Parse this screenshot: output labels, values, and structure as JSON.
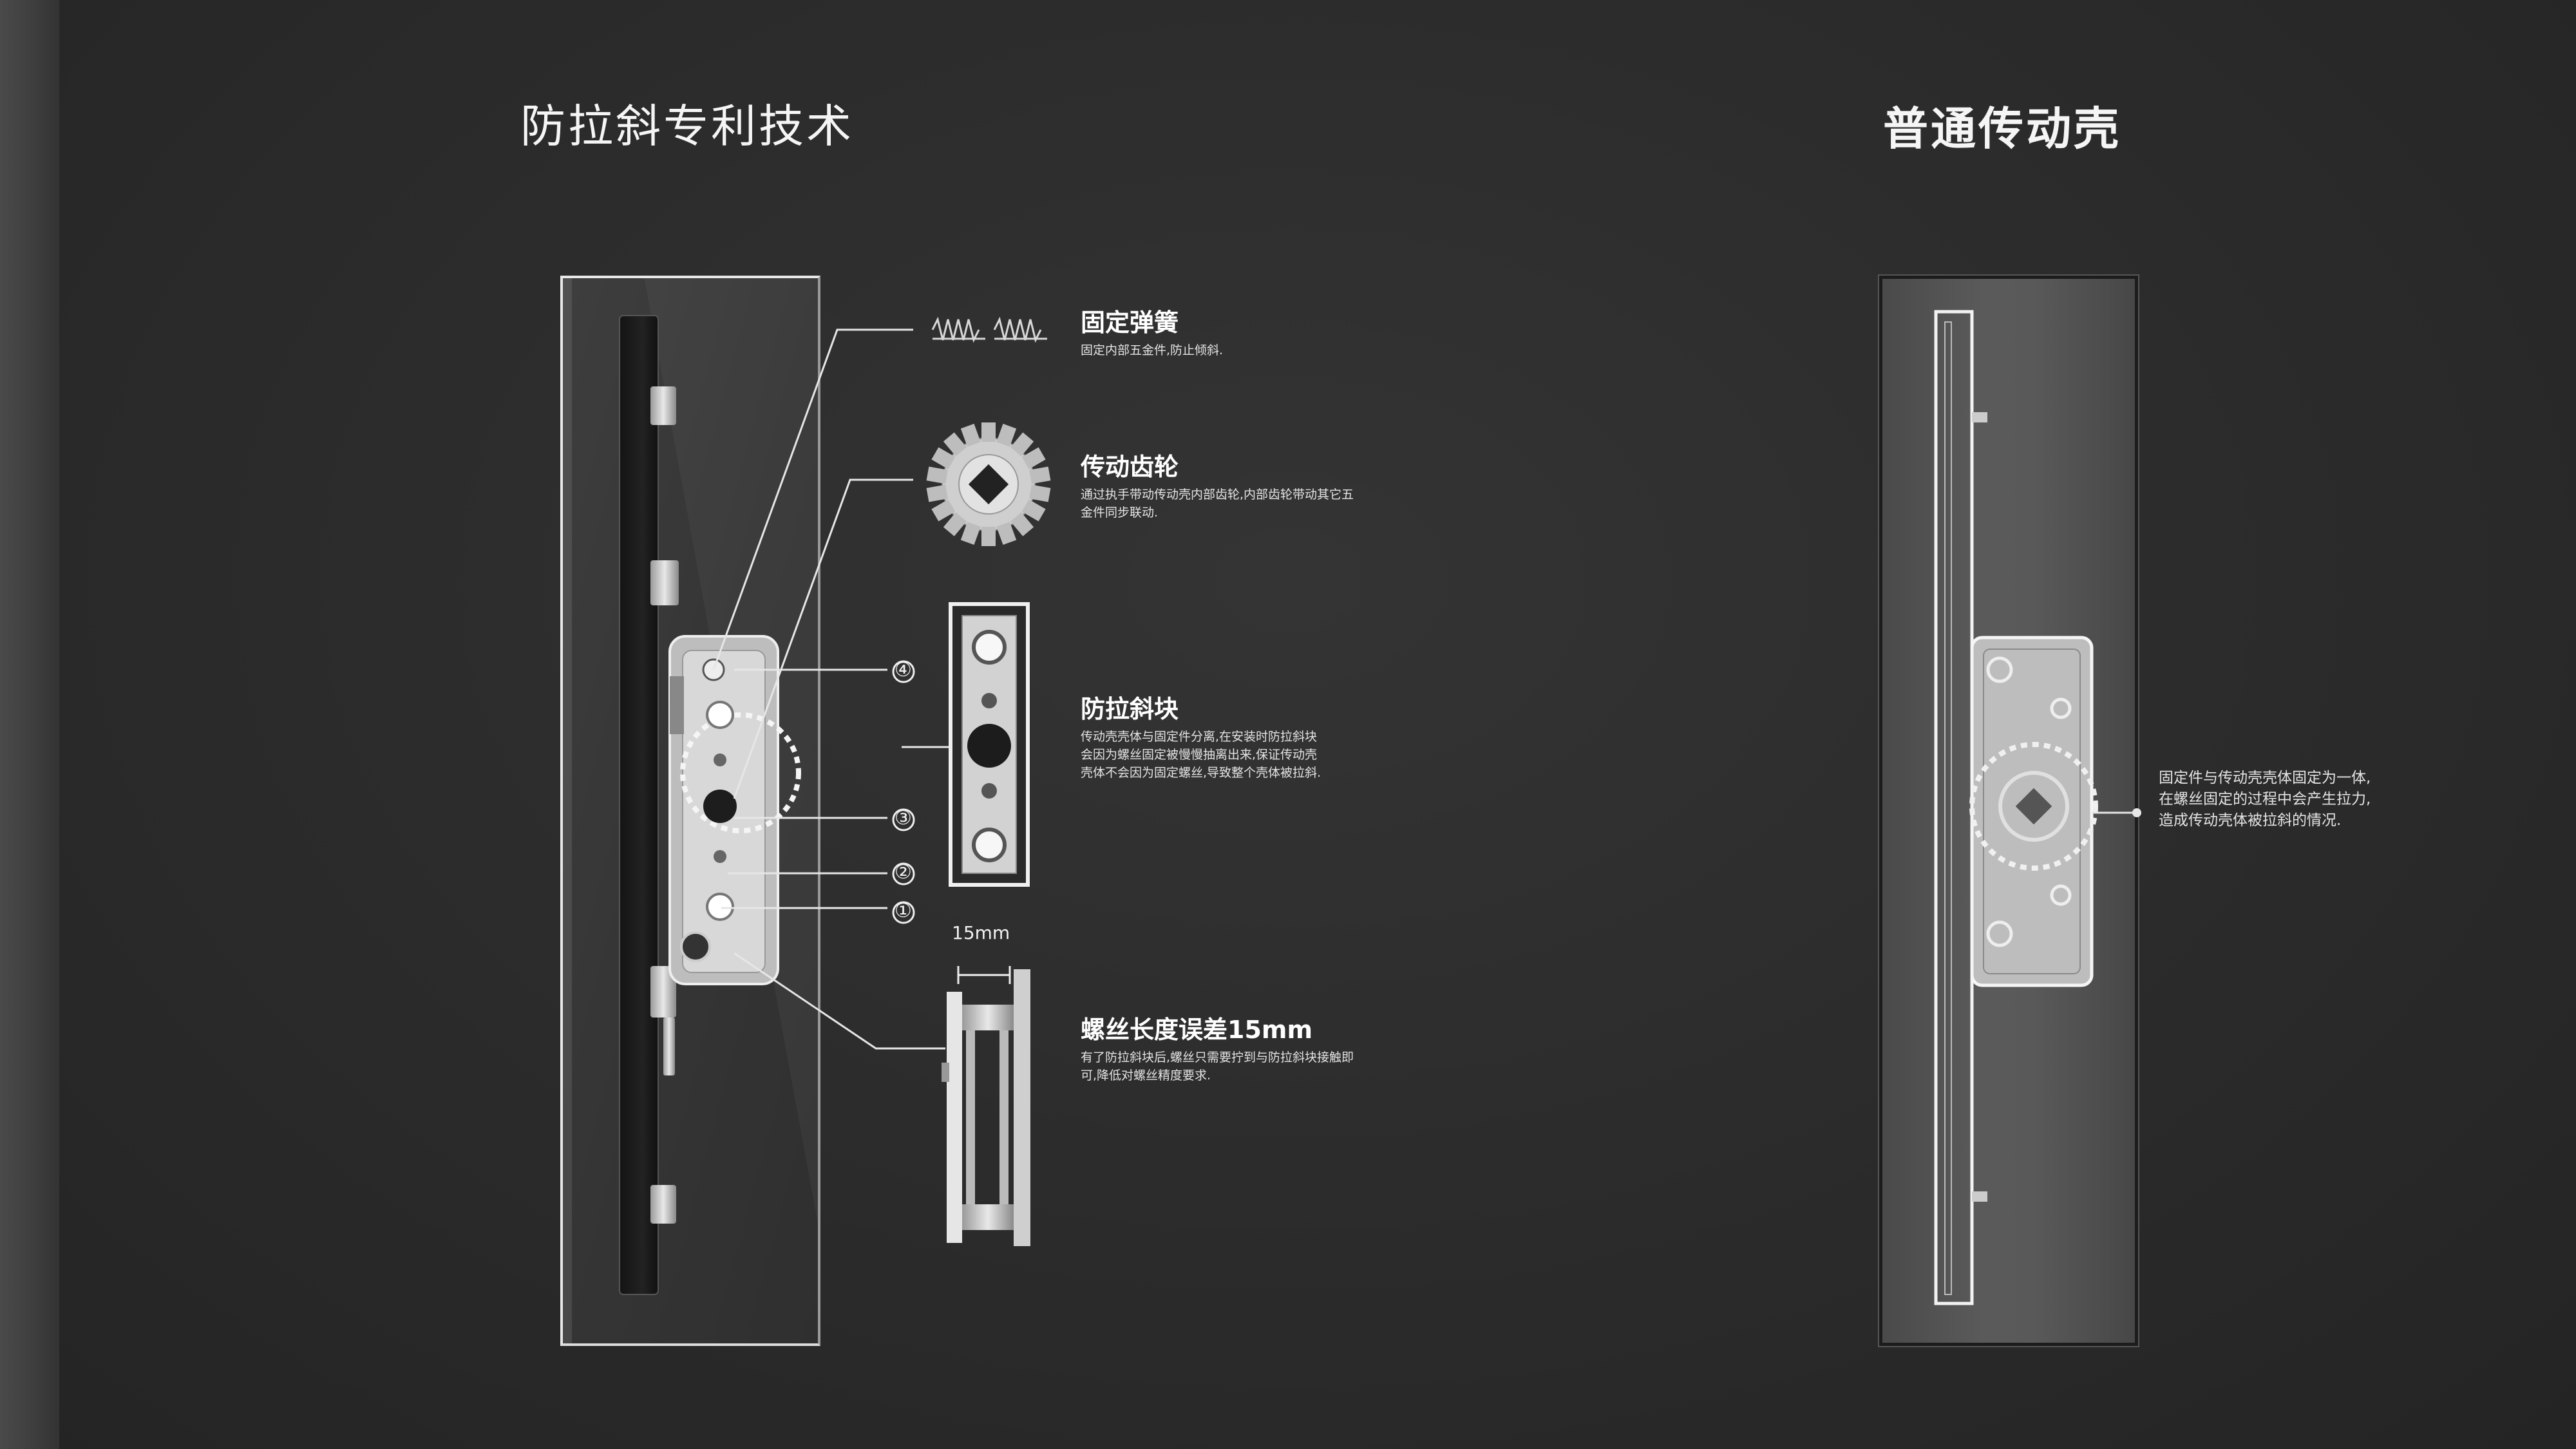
{
  "left": {
    "title": "防拉斜专利技术",
    "features": [
      {
        "title": "固定弹簧",
        "desc": "固定内部五金件,防止倾斜."
      },
      {
        "title": "传动齿轮",
        "desc": "通过执手带动传动壳内部齿轮,内部齿轮带动其它五金件同步联动."
      },
      {
        "title": "防拉斜块",
        "desc": "传动壳壳体与固定件分离,在安装时防拉斜块会因为螺丝固定被慢慢抽离出来,保证传动壳壳体不会因为固定螺丝,导致整个壳体被拉斜."
      },
      {
        "title": "螺丝长度误差15mm",
        "desc": "有了防拉斜块后,螺丝只需要拧到与防拉斜块接触即可,降低对螺丝精度要求."
      }
    ],
    "callouts": [
      "④",
      "③",
      "②",
      "①"
    ],
    "dimension": "15mm"
  },
  "right": {
    "title": "普通传动壳",
    "note": "固定件与传动壳壳体固定为一体,在螺丝固定的过程中会产生拉力,造成传动壳体被拉斜的情况."
  },
  "colors": {
    "background": "#2b2b2b",
    "text": "#f2f2f2",
    "line": "#e6e6e6"
  }
}
